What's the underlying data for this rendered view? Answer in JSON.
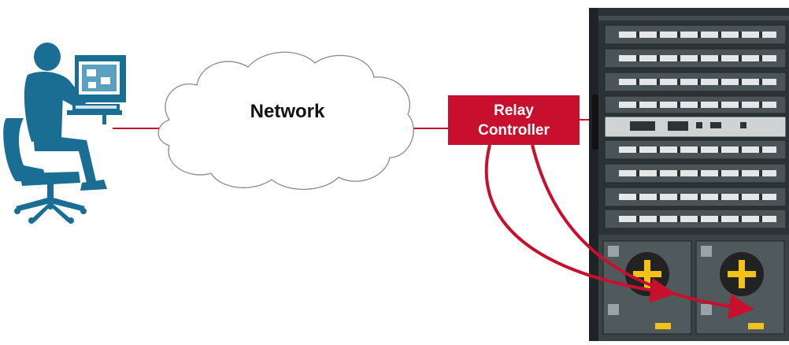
{
  "network": {
    "label": "Network"
  },
  "relay_controller": {
    "line1": "Relay",
    "line2": "Controller"
  },
  "colors": {
    "accent_red": "#c8102e",
    "figure_blue": "#1a6e93",
    "chassis_dark": "#2c3336"
  },
  "icons": [
    "user-at-workstation-icon",
    "network-cloud-icon",
    "network-switch-chassis-icon"
  ]
}
